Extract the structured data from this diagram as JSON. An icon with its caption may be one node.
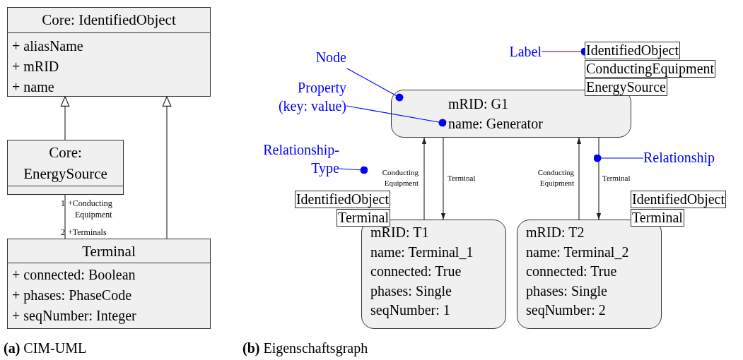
{
  "diagram": {
    "nodes": [
      {
        "text": [
          "Core: IdentifiedObject",
          "+ aliasName",
          "+ mRID",
          "+ name"
        ]
      },
      {
        "text": [
          "Core: EnergySource"
        ]
      },
      {
        "text": [
          "Terminal",
          "+ connected: Boolean",
          "+ phases: PhaseCode",
          "+ seqNumber: Integer"
        ]
      },
      {
        "text": [
          "mRID: G1",
          "name: Generator"
        ]
      },
      {
        "text": [
          "mRID: T1",
          "name: Terminal_1",
          "connected: True",
          "phases: Single",
          "seqNumber: 1"
        ]
      },
      {
        "text": [
          "mRID: T2",
          "name: Terminal_2",
          "connected: True",
          "phases: Single",
          "seqNumber: 2"
        ]
      },
      {
        "text": [
          "IdentifiedObject"
        ]
      },
      {
        "text": [
          "ConductingEquipment"
        ]
      },
      {
        "text": [
          "EnergySource"
        ]
      },
      {
        "text": [
          "IdentifiedObject"
        ]
      },
      {
        "text": [
          "Terminal"
        ]
      },
      {
        "text": [
          "IdentifiedObject"
        ]
      },
      {
        "text": [
          "Terminal"
        ]
      },
      {
        "text": [
          "Node"
        ]
      },
      {
        "text": [
          "Property (key: value)"
        ]
      },
      {
        "text": [
          "Relationship-Type"
        ]
      },
      {
        "text": [
          "Label"
        ]
      },
      {
        "text": [
          "Relationship"
        ]
      }
    ],
    "edges": [
      {
        "from": 1,
        "to": 0,
        "arrow": "to"
      },
      {
        "from": 2,
        "to": 0,
        "arrow": "to"
      },
      {
        "from": 1,
        "to": 2,
        "arrow": "none"
      },
      {
        "from": 4,
        "to": 3,
        "arrow": "to",
        "label": "Conducting Equipment"
      },
      {
        "from": 3,
        "to": 4,
        "arrow": "to",
        "label": "Terminal"
      },
      {
        "from": 5,
        "to": 3,
        "arrow": "to",
        "label": "Conducting Equipment"
      },
      {
        "from": 3,
        "to": 5,
        "arrow": "to",
        "label": "Terminal"
      },
      {
        "from": 13,
        "to": 3,
        "arrow": "other",
        "color": "#0000ff"
      },
      {
        "from": 14,
        "to": 3,
        "arrow": "other",
        "color": "#0000ff"
      },
      {
        "from": 15,
        "to": null,
        "arrow": "other",
        "color": "#0000ff"
      },
      {
        "from": 16,
        "to": 6,
        "arrow": "other",
        "color": "#0000ff"
      },
      {
        "from": 17,
        "to": null,
        "arrow": "other",
        "color": "#0000ff"
      }
    ],
    "labels": [
      "1",
      "+Conducting Equipment",
      "2",
      "+Terminals",
      "**(a)** CIM-UML",
      "**(b)** Eigenschaftsgraph"
    ]
  }
}
